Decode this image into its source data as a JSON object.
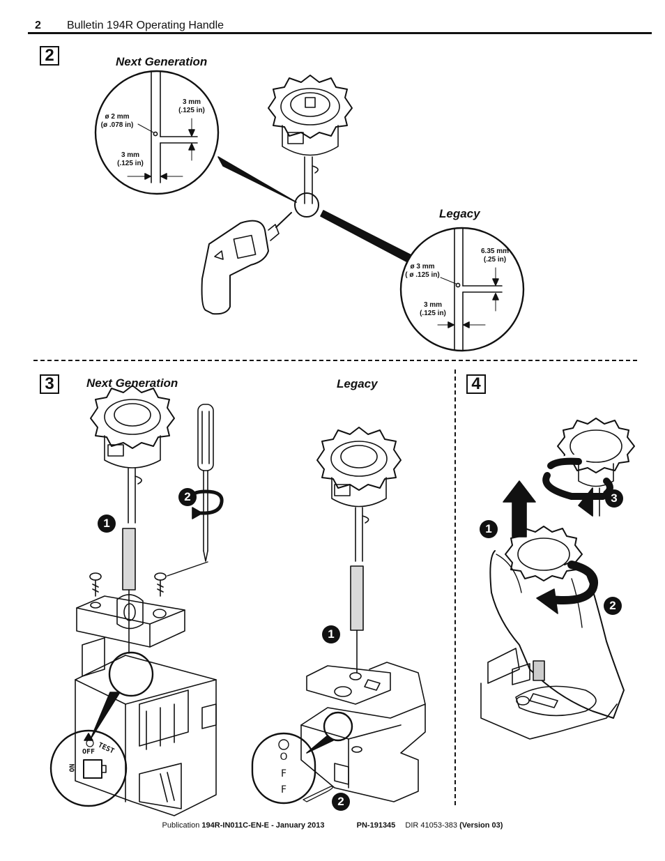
{
  "header": {
    "page_number": "2",
    "title": "Bulletin 194R Operating Handle"
  },
  "steps": {
    "step2": {
      "number": "2",
      "next_gen_caption": "Next Generation",
      "legacy_caption": "Legacy",
      "next_gen_dims": {
        "hole_diameter": "ø 2 mm\n(ø .078 in)",
        "vertical_offset": "3 mm\n(.125 in)",
        "horizontal_offset": "3 mm\n(.125 in)"
      },
      "legacy_dims": {
        "hole_diameter": "ø 3 mm\n( ø .125 in)",
        "vertical_offset": "6.35 mm\n(.25 in)",
        "horizontal_offset": "3 mm\n(.125 in)"
      }
    },
    "step3": {
      "number": "3",
      "next_gen_caption": "Next Generation",
      "legacy_caption": "Legacy",
      "callouts": [
        "1",
        "2",
        "1",
        "2"
      ],
      "switch_labels": {
        "off": "OFF",
        "test": "TEST",
        "on": "ON"
      },
      "off_letters": [
        "O",
        "F",
        "F"
      ]
    },
    "step4": {
      "number": "4",
      "callouts": [
        "1",
        "2",
        "3"
      ]
    }
  },
  "footer": {
    "publication_prefix": "Publication ",
    "publication_id": "194R-IN011C-EN-E - January 2013",
    "part_number": "PN-191345",
    "dir": "DIR 41053-383",
    "version": "(Version 03)"
  }
}
